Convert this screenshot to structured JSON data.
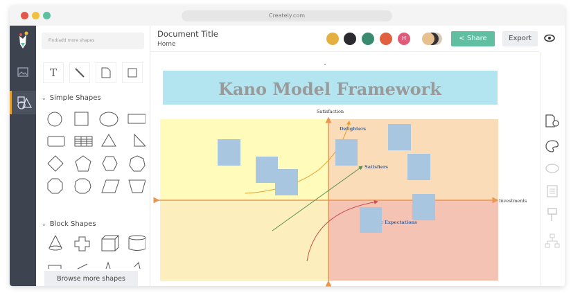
{
  "window": {
    "url": "Creately.com",
    "controls": {
      "close": "#e2574c",
      "minimize": "#f0c040",
      "maximize": "#5fbfa0"
    }
  },
  "left_rail": {
    "items": [
      {
        "icon": "creately-logo-icon"
      },
      {
        "icon": "image-icon"
      },
      {
        "icon": "shapes-icon",
        "active": true
      }
    ]
  },
  "shapes_panel": {
    "search_placeholder": "Find/add more shapes",
    "tools": [
      "T"
    ],
    "sections": [
      {
        "label": "Simple Shapes"
      },
      {
        "label": "Block Shapes"
      }
    ],
    "browse_label": "Browse more shapes"
  },
  "header": {
    "title": "Document Title",
    "breadcrumb": "Home",
    "avatar_initial": "H",
    "share_label": "Share",
    "export_label": "Export",
    "accent": "#5fbfa0"
  },
  "diagram": {
    "title": "Kano Model Framework",
    "y_axis_label": "Satisfaction",
    "x_axis_label": "Investments",
    "curves": [
      {
        "label": "Delighters",
        "color": "#e8a030"
      },
      {
        "label": "Satisfiers",
        "color": "#5a9050"
      },
      {
        "label": "Basic Expectations",
        "color": "#c85050"
      }
    ],
    "quadrant_colors": {
      "top_left": "#fffbbb",
      "top_right": "#fadcb8",
      "bottom_left": "#fcefbd",
      "bottom_right": "#f5c3b4"
    },
    "title_bg": "#b3e5f0",
    "sticky_note_color": "#a9c6e0",
    "sticky_note_count": 8
  },
  "right_rail": {
    "items": [
      "page-settings-icon",
      "palette-icon",
      "comment-icon",
      "notes-icon",
      "format-painter-icon",
      "org-chart-icon"
    ]
  }
}
